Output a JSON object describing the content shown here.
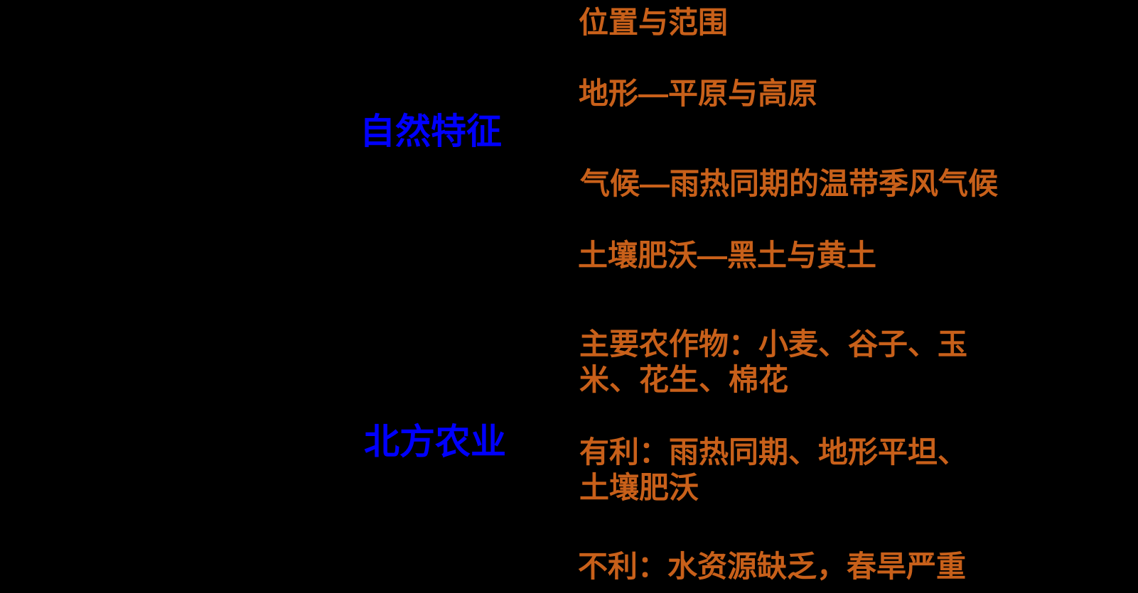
{
  "colors": {
    "background": "#000000",
    "branch_label": "#0000FF",
    "leaf_text": "#C8601A"
  },
  "branches": [
    {
      "label": "自然特征",
      "items": [
        "位置与范围",
        "地形—平原与高原",
        "气候—雨热同期的温带季风气候",
        "土壤肥沃—黑土与黄土"
      ]
    },
    {
      "label": "北方农业",
      "items": [
        "主要农作物：小麦、谷子、玉米、花生、棉花",
        "有利：雨热同期、地形平坦、土壤肥沃",
        "不利：水资源缺乏，春旱严重"
      ]
    }
  ]
}
